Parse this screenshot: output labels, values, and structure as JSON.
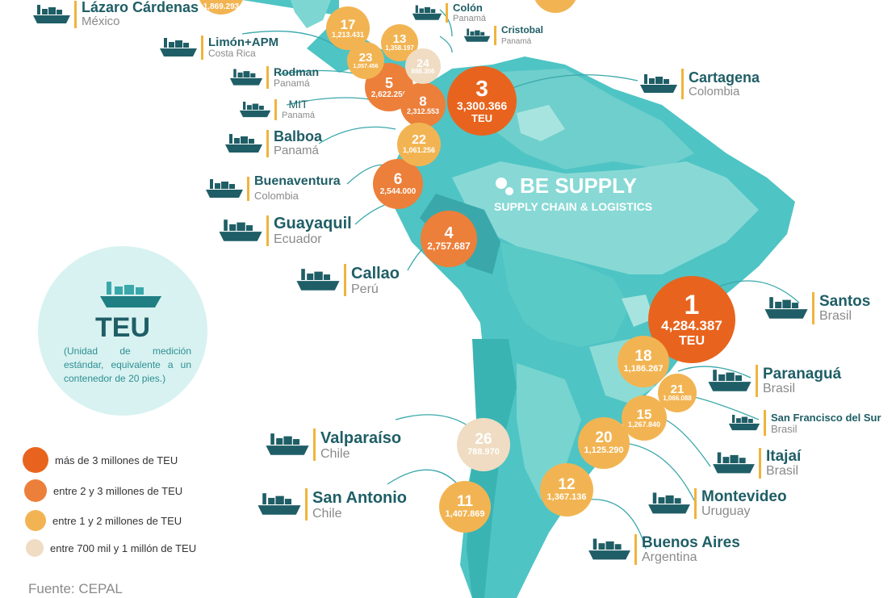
{
  "brand": {
    "name": "BE SUPPLY",
    "tagline": "SUPPLY CHAIN & LOGISTICS"
  },
  "teu_box": {
    "title": "TEU",
    "description": "(Unidad de medición estándar, equivalente a un contenedor de 20 pies.)"
  },
  "legend": [
    {
      "label": "más de 3 millones de TEU",
      "color": "#e8641e"
    },
    {
      "label": "entre 2 y 3 millones de TEU",
      "color": "#ec7f3a"
    },
    {
      "label": "entre 1 y 2 millones de TEU",
      "color": "#f2b452"
    },
    {
      "label": "entre 700 mil y 1 millón de TEU",
      "color": "#efdcc2"
    }
  ],
  "source": "Fuente: CEPAL",
  "bubbles": [
    {
      "rank": "1",
      "value": "4,284.387",
      "unit": "TEU",
      "color": "#e8641e"
    },
    {
      "rank": "3",
      "value": "3,300.366",
      "unit": "TEU",
      "color": "#e8641e"
    },
    {
      "rank": "4",
      "value": "2,757.687",
      "unit": "",
      "color": "#ec7f3a"
    },
    {
      "rank": "5",
      "value": "2,622.256",
      "unit": "",
      "color": "#ec7f3a"
    },
    {
      "rank": "6",
      "value": "2,544.000",
      "unit": "",
      "color": "#ec7f3a"
    },
    {
      "rank": "8",
      "value": "2,312.553",
      "unit": "",
      "color": "#ec7f3a"
    },
    {
      "rank": "11",
      "value": "1,407.869",
      "unit": "",
      "color": "#f2b452"
    },
    {
      "rank": "12",
      "value": "1,367.136",
      "unit": "",
      "color": "#f2b452"
    },
    {
      "rank": "13",
      "value": "1,358.197",
      "unit": "",
      "color": "#f2b452"
    },
    {
      "rank": "15",
      "value": "1,267.840",
      "unit": "",
      "color": "#f2b452"
    },
    {
      "rank": "17",
      "value": "1,213.431",
      "unit": "",
      "color": "#f2b452"
    },
    {
      "rank": "18",
      "value": "1,186.267",
      "unit": "",
      "color": "#f2b452"
    },
    {
      "rank": "20",
      "value": "1,125.290",
      "unit": "",
      "color": "#f2b452"
    },
    {
      "rank": "21",
      "value": "1,066.088",
      "unit": "",
      "color": "#f2b452"
    },
    {
      "rank": "22",
      "value": "1,061.256",
      "unit": "",
      "color": "#f2b452"
    },
    {
      "rank": "23",
      "value": "1,057.456",
      "unit": "",
      "color": "#f2b452"
    },
    {
      "rank": "24",
      "value": "888.306",
      "unit": "",
      "color": "#efdcc2"
    },
    {
      "rank": "26",
      "value": "788.970",
      "unit": "",
      "color": "#efdcc2"
    },
    {
      "rank": "",
      "value": "1,869.293",
      "unit": "",
      "color": "#f2b452"
    }
  ],
  "ports": [
    {
      "name": "Lázaro Cárdenas",
      "country": "México"
    },
    {
      "name": "Limón+APM",
      "country": "Costa Rica"
    },
    {
      "name": "Rodman",
      "country": "Panamá"
    },
    {
      "name": "MIT",
      "country": "Panamá"
    },
    {
      "name": "Balboa",
      "country": "Panamá"
    },
    {
      "name": "Buenaventura",
      "country": "Colombia"
    },
    {
      "name": "Guayaquil",
      "country": "Ecuador"
    },
    {
      "name": "Callao",
      "country": "Perú"
    },
    {
      "name": "Colón",
      "country": "Panamá"
    },
    {
      "name": "Cristobal",
      "country": "Panamá"
    },
    {
      "name": "Cartagena",
      "country": "Colombia"
    },
    {
      "name": "Santos",
      "country": "Brasil"
    },
    {
      "name": "Paranaguá",
      "country": "Brasil"
    },
    {
      "name": "San Francisco del Sur",
      "country": "Brasil"
    },
    {
      "name": "Itajaí",
      "country": "Brasil"
    },
    {
      "name": "Montevideo",
      "country": "Uruguay"
    },
    {
      "name": "Buenos Aires",
      "country": "Argentina"
    },
    {
      "name": "Valparaíso",
      "country": "Chile"
    },
    {
      "name": "San Antonio",
      "country": "Chile"
    }
  ]
}
